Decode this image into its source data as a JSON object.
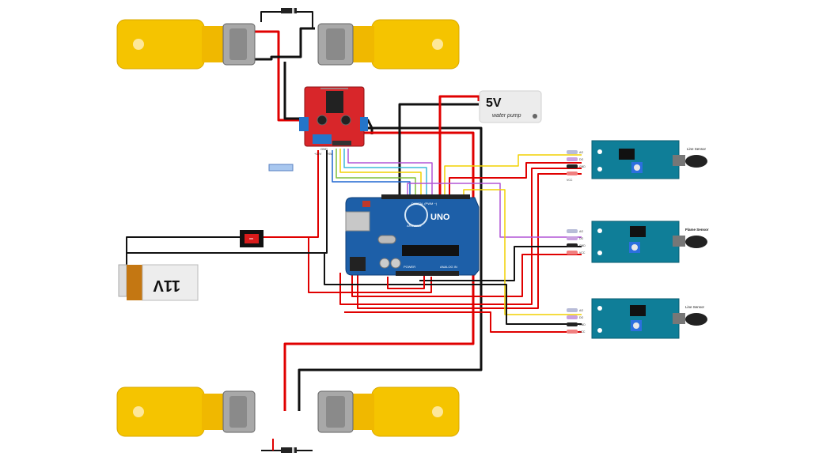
{
  "pump": {
    "voltage": "5V",
    "label": "water pump"
  },
  "battery": {
    "label": "11V"
  },
  "arduino": {
    "model": "UNO",
    "brand": "ARDUINO",
    "digital_label": "DIGITAL (PWM ~)",
    "analog_label": "ANALOG IN",
    "power_label": "POWER"
  },
  "driver": {
    "pin_labels": [
      "+12V",
      "GND",
      "+5V"
    ]
  },
  "sensors": [
    {
      "title": "Line Sensor",
      "pins": [
        "VCC",
        "GND",
        "DO",
        "AO"
      ]
    },
    {
      "title": "Flame Sensor",
      "pins": [
        "VCC",
        "GND",
        "DO",
        "AO"
      ]
    },
    {
      "title": "Line Sensor",
      "pins": [
        "VCC",
        "GND",
        "DO",
        "AO"
      ]
    }
  ],
  "colors": {
    "motor_yellow": "#f5c400",
    "wire_red": "#e00000",
    "wire_black": "#111111",
    "board_blue": "#1d5fa8",
    "sensor_teal": "#0f7e98",
    "driver_red": "#d8262a"
  }
}
